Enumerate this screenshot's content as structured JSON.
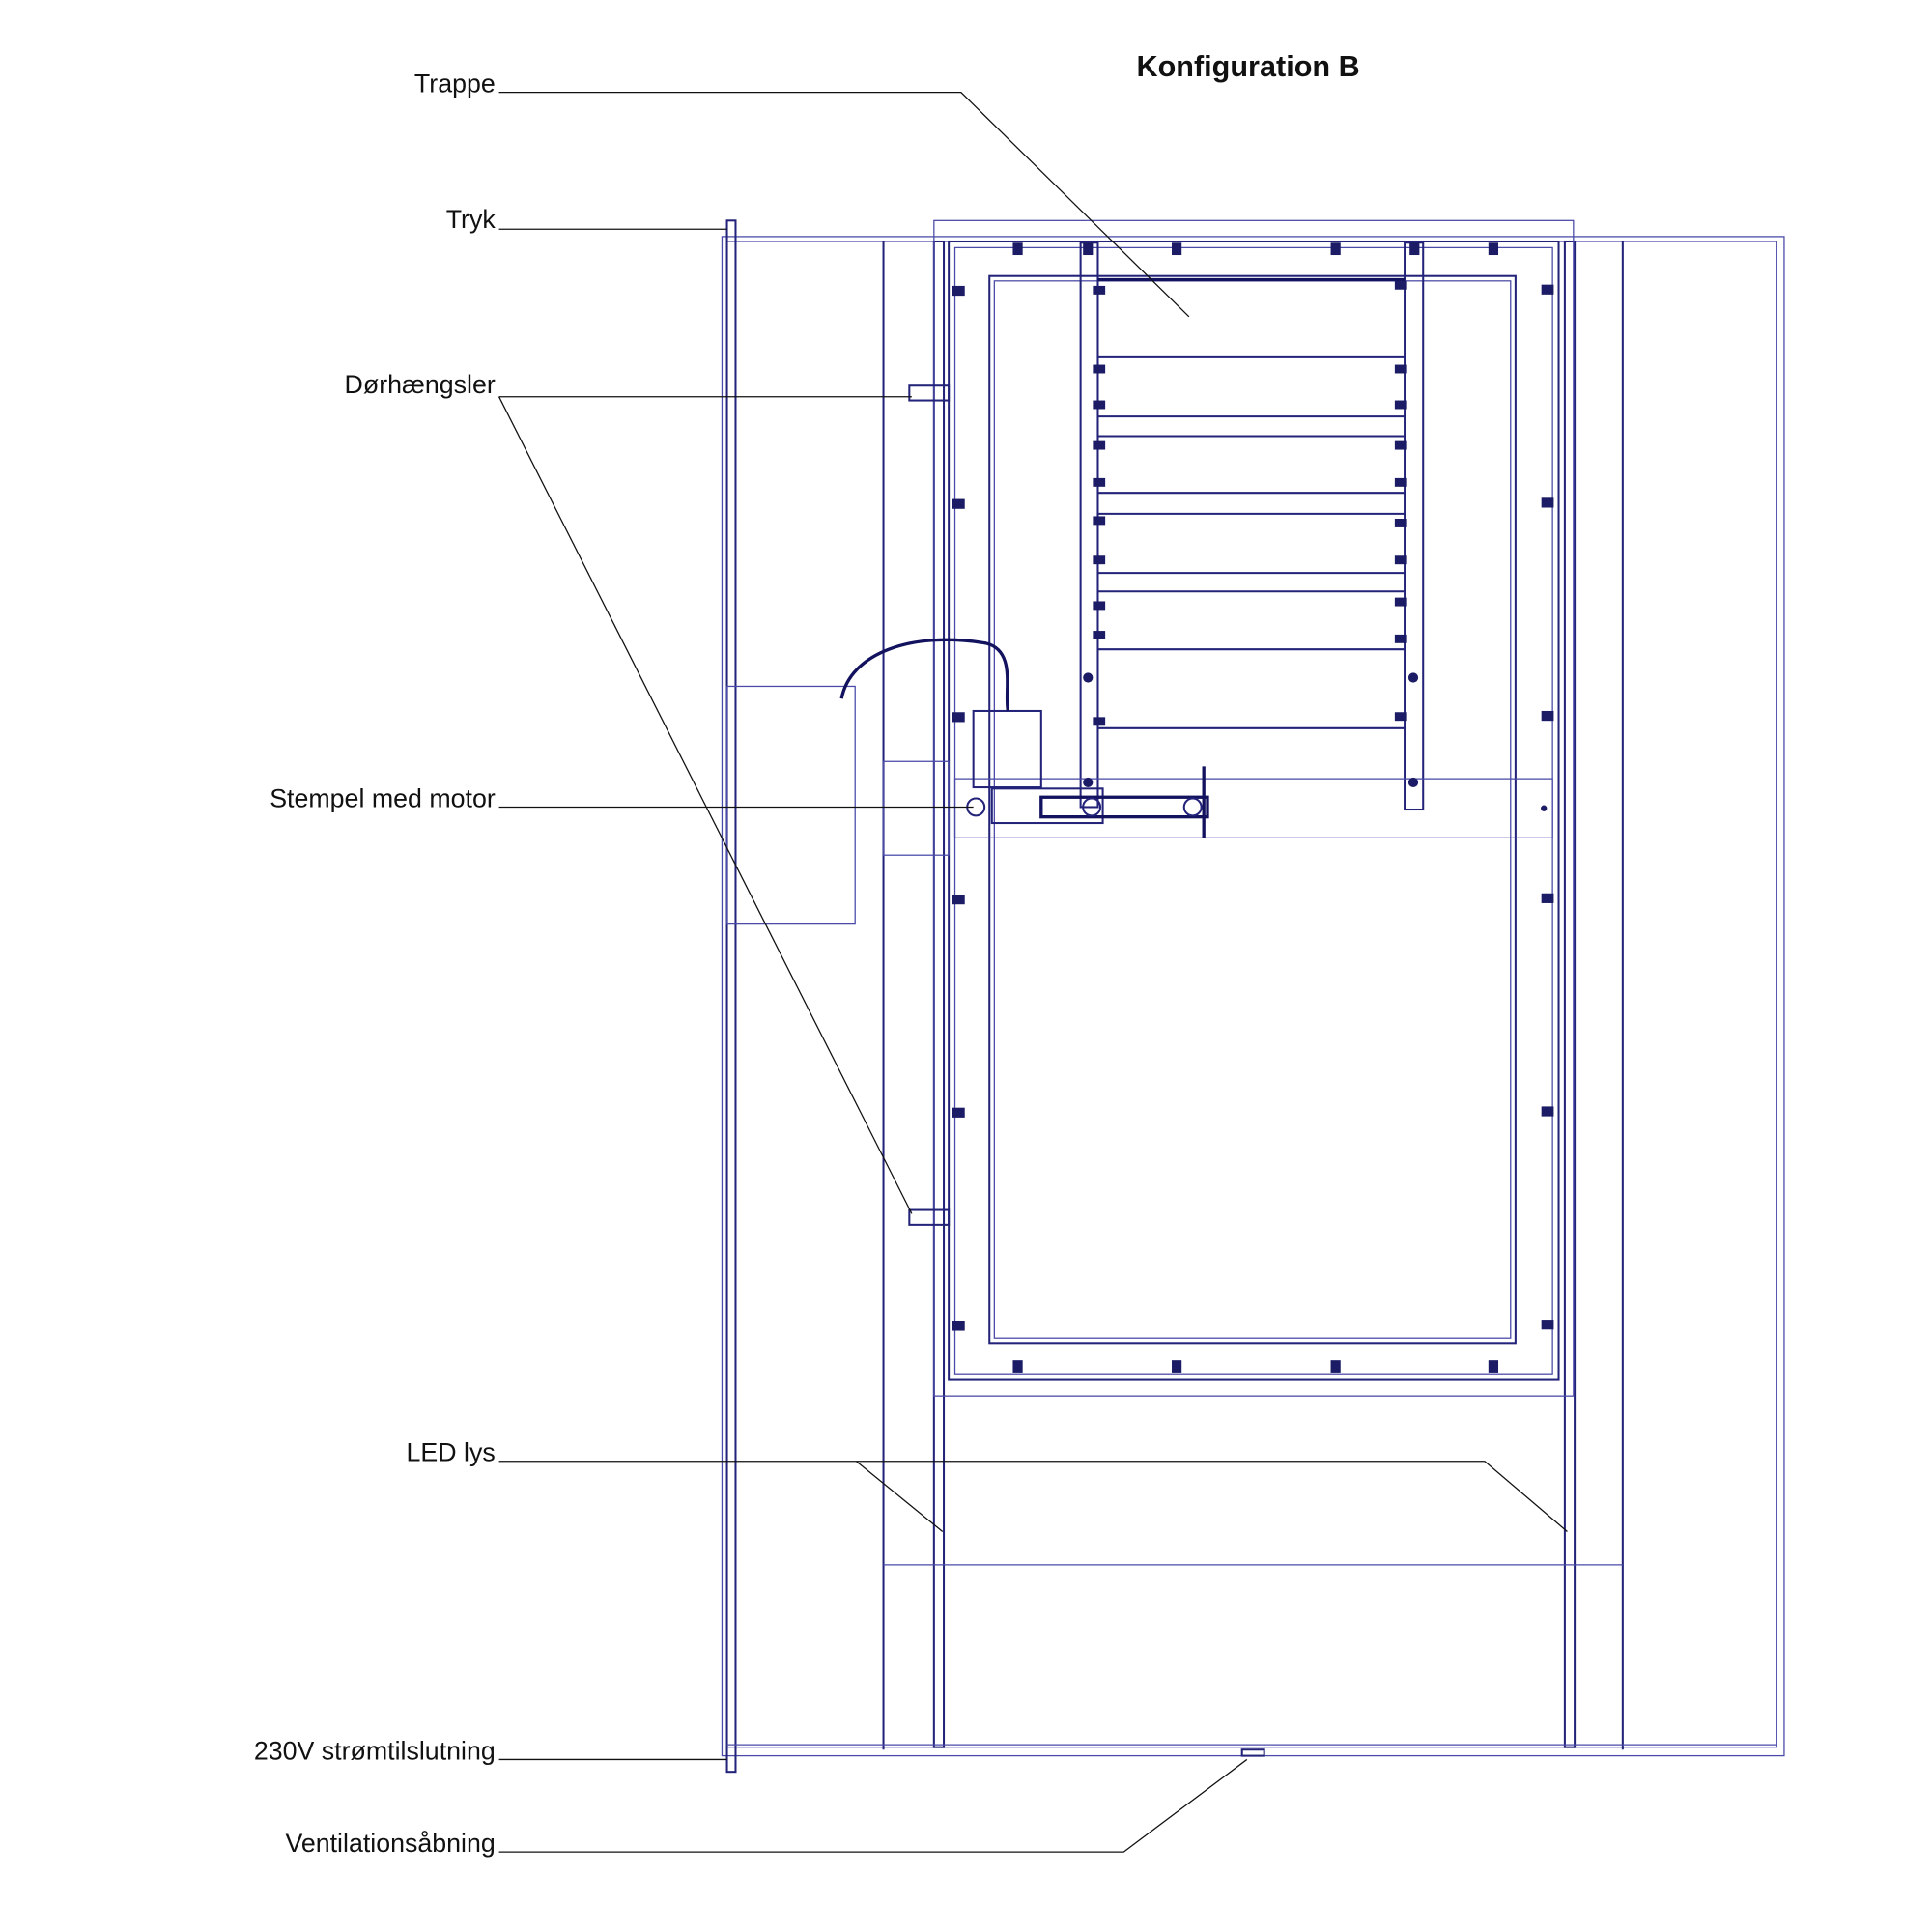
{
  "title": "Konfiguration B",
  "labels": {
    "trappe": "Trappe",
    "tryk": "Tryk",
    "dorhaengsler": "Dørhængsler",
    "stempel": "Stempel med motor",
    "led": "LED lys",
    "strom": "230V strømtilslutning",
    "ventilation": "Ventilationsåbning"
  },
  "colors": {
    "line": "#23237a",
    "leader": "#111111"
  }
}
